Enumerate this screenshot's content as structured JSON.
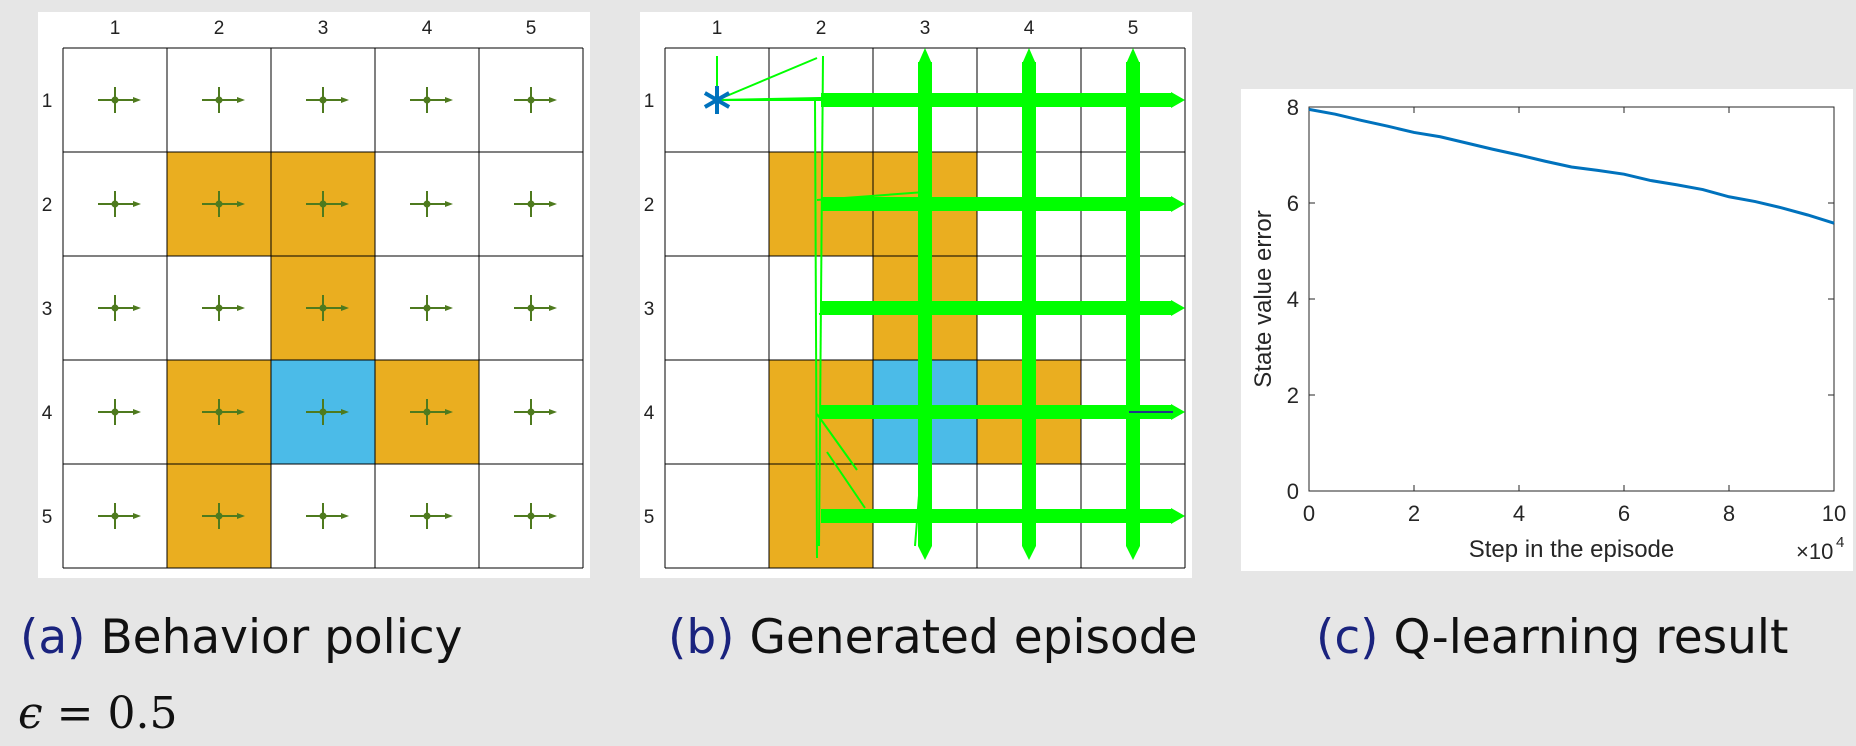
{
  "colors": {
    "forbidden": "#eaae20",
    "target": "#4bbbe8",
    "policy_arrow": "#4e7a1e",
    "episode_path": "#00ff00",
    "start_marker": "#0072bd",
    "curve": "#0072bd",
    "caption_tag": "#1a237e"
  },
  "grid": {
    "col_labels": [
      "1",
      "2",
      "3",
      "4",
      "5"
    ],
    "row_labels": [
      "1",
      "2",
      "3",
      "4",
      "5"
    ],
    "forbidden_cells": [
      [
        2,
        2
      ],
      [
        2,
        3
      ],
      [
        3,
        3
      ],
      [
        4,
        2
      ],
      [
        4,
        4
      ],
      [
        5,
        2
      ]
    ],
    "target_cell": [
      4,
      3
    ]
  },
  "captions": {
    "a": {
      "tag": "(a)",
      "text": "Behavior policy"
    },
    "b": {
      "tag": "(b)",
      "text": "Generated episode"
    },
    "c": {
      "tag": "(c)",
      "text": "Q-learning result"
    }
  },
  "epsilon": {
    "symbol": "ϵ",
    "text": " = 0.5"
  },
  "chart_data": {
    "type": "line",
    "xlabel": "Step in the episode",
    "ylabel": "State value error",
    "x_exponent_label": "×10",
    "x_exponent": "4",
    "xlim": [
      0,
      10
    ],
    "ylim": [
      0,
      8
    ],
    "xticks": [
      "0",
      "2",
      "4",
      "6",
      "8",
      "10"
    ],
    "yticks": [
      "0",
      "2",
      "4",
      "6",
      "8"
    ],
    "series": [
      {
        "x": [
          0,
          0.5,
          1,
          1.5,
          2,
          2.5,
          3,
          3.5,
          4,
          4.5,
          5,
          5.5,
          6,
          6.5,
          7,
          7.5,
          8,
          8.5,
          9,
          9.5,
          10
        ],
        "values": [
          7.95,
          7.85,
          7.72,
          7.6,
          7.47,
          7.38,
          7.25,
          7.12,
          7.0,
          6.87,
          6.75,
          6.68,
          6.6,
          6.47,
          6.38,
          6.28,
          6.13,
          6.03,
          5.9,
          5.75,
          5.58
        ]
      }
    ]
  }
}
